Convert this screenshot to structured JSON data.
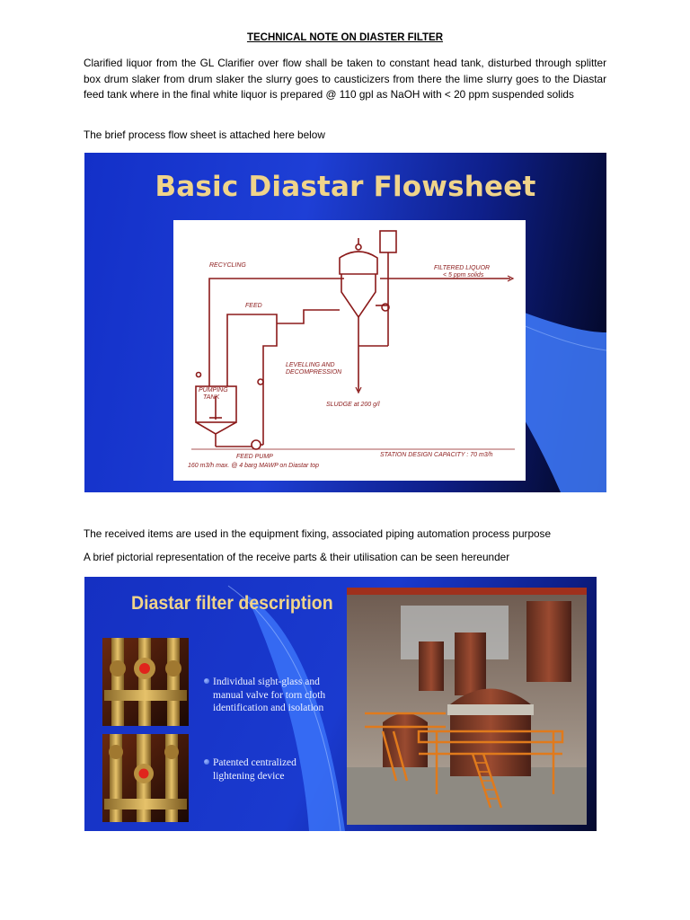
{
  "document": {
    "title": "TECHNICAL NOTE ON DIASTER FILTER",
    "paragraph1": "Clarified liquor from the GL Clarifier over flow shall be taken to constant head tank, disturbed through splitter box drum slaker from drum slaker the slurry goes to causticizers from there the lime slurry goes to the Diastar feed tank where in the final white liquor is prepared @ 110 gpl as NaOH with < 20 ppm suspended solids",
    "paragraph2": "The brief process flow sheet is attached here below",
    "paragraph3": "The received items are used in the equipment fixing, associated piping automation process purpose",
    "paragraph4": "A brief pictorial representation of the receive parts & their utilisation can be seen hereunder"
  },
  "slide1": {
    "title": "Basic Diastar Flowsheet",
    "labels": {
      "recycling": "RECYCLING",
      "feed": "FEED",
      "filtered_liquor": "FILTERED LIQUOR",
      "filtered_spec": "< 5 ppm solids",
      "pumping_tank_1": "PUMPING",
      "pumping_tank_2": "TANK",
      "levelling_1": "LEVELLING AND",
      "levelling_2": "DECOMPRESSION",
      "sludge": "SLUDGE at 200 g/l",
      "feed_pump": "FEED PUMP",
      "feed_pump_spec": "160 m3/h max. @ 4 barg MAWP on Diastar top",
      "capacity": "STATION DESIGN CAPACITY : 70 m3/h"
    }
  },
  "slide2": {
    "title": "Diastar filter description",
    "bullet1": "Individual sight-glass and manual valve for torn cloth identification and isolation",
    "bullet2": "Patented centralized lightening device"
  },
  "colors": {
    "slide_blue": "#1a3acf",
    "slide_title": "#f0d48a",
    "diagram_line": "#8b1a1a"
  }
}
